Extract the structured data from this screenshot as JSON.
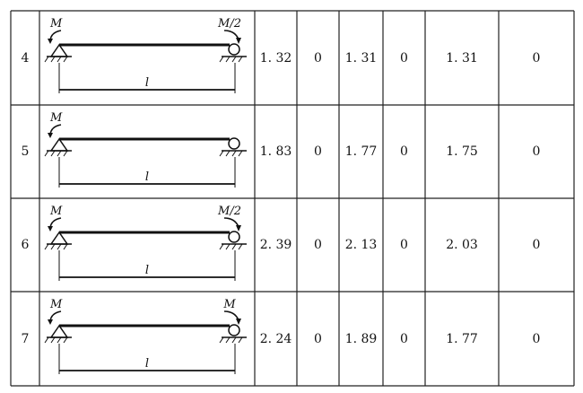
{
  "table": {
    "rows": [
      {
        "index": "4",
        "moment_left": "M",
        "moment_right": "M/2",
        "span": "l",
        "values": [
          "1. 32",
          "0",
          "1. 31",
          "0",
          "1. 31",
          "0"
        ]
      },
      {
        "index": "5",
        "moment_left": "M",
        "moment_right": "",
        "span": "l",
        "values": [
          "1. 83",
          "0",
          "1. 77",
          "0",
          "1. 75",
          "0"
        ]
      },
      {
        "index": "6",
        "moment_left": "M",
        "moment_right": "M/2",
        "span": "l",
        "values": [
          "2. 39",
          "0",
          "2. 13",
          "0",
          "2. 03",
          "0"
        ]
      },
      {
        "index": "7",
        "moment_left": "M",
        "moment_right": "M",
        "span": "l",
        "values": [
          "2. 24",
          "0",
          "1. 89",
          "0",
          "1. 77",
          "0"
        ]
      }
    ]
  }
}
